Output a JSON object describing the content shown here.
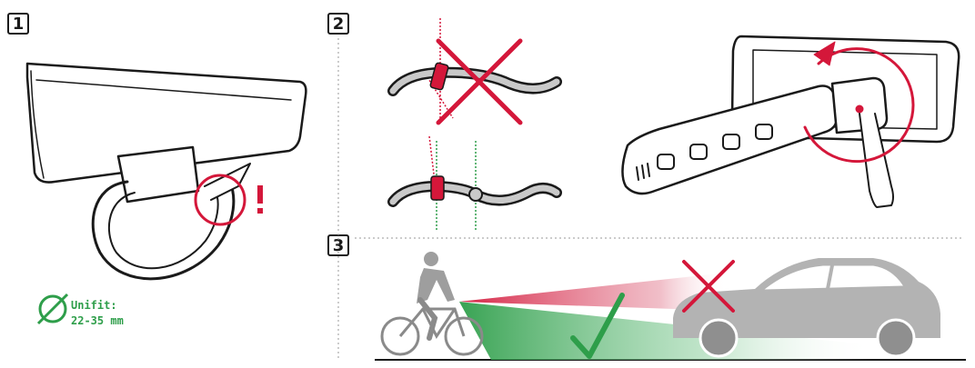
{
  "steps": {
    "one": "1",
    "two": "2",
    "three": "3"
  },
  "warning_mark": "!",
  "unifit": {
    "label": "Unifit:",
    "range": "22-35 mm"
  },
  "colors": {
    "red": "#d4173a",
    "green": "#2e9e4a",
    "outline": "#1a1a1a",
    "grey_fill": "#c9c9c9",
    "car_grey": "#b3b3b3",
    "separator": "#9a9a9a"
  },
  "icons": {
    "diameter": "diameter-icon",
    "wrong": "red-cross-icon",
    "correct": "green-check-icon",
    "rotate": "rotate-arrow-icon"
  }
}
